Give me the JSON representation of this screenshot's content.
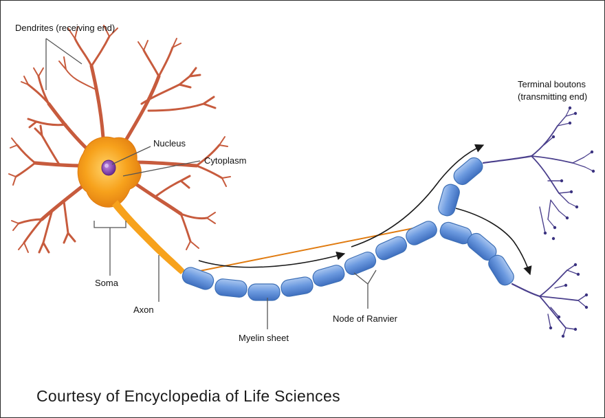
{
  "labels": {
    "dendrites": "Dendrites (receiving end)",
    "nucleus": "Nucleus",
    "cytoplasm": "Cytoplasm",
    "soma": "Soma",
    "axon": "Axon",
    "myelin": "Myelin sheet",
    "node": "Node of Ranvier",
    "terminal_line1": "Terminal boutons",
    "terminal_line2": "(transmitting end)"
  },
  "credit": "Courtesy of Encyclopedia of Life Sciences",
  "colors": {
    "cell_body": "#f7a21c",
    "dendrite": "#c75b3d",
    "nucleus": "#7a3aa8",
    "myelin": "#5b8fd6",
    "terminal": "#4a3f8c",
    "text": "#111111"
  }
}
